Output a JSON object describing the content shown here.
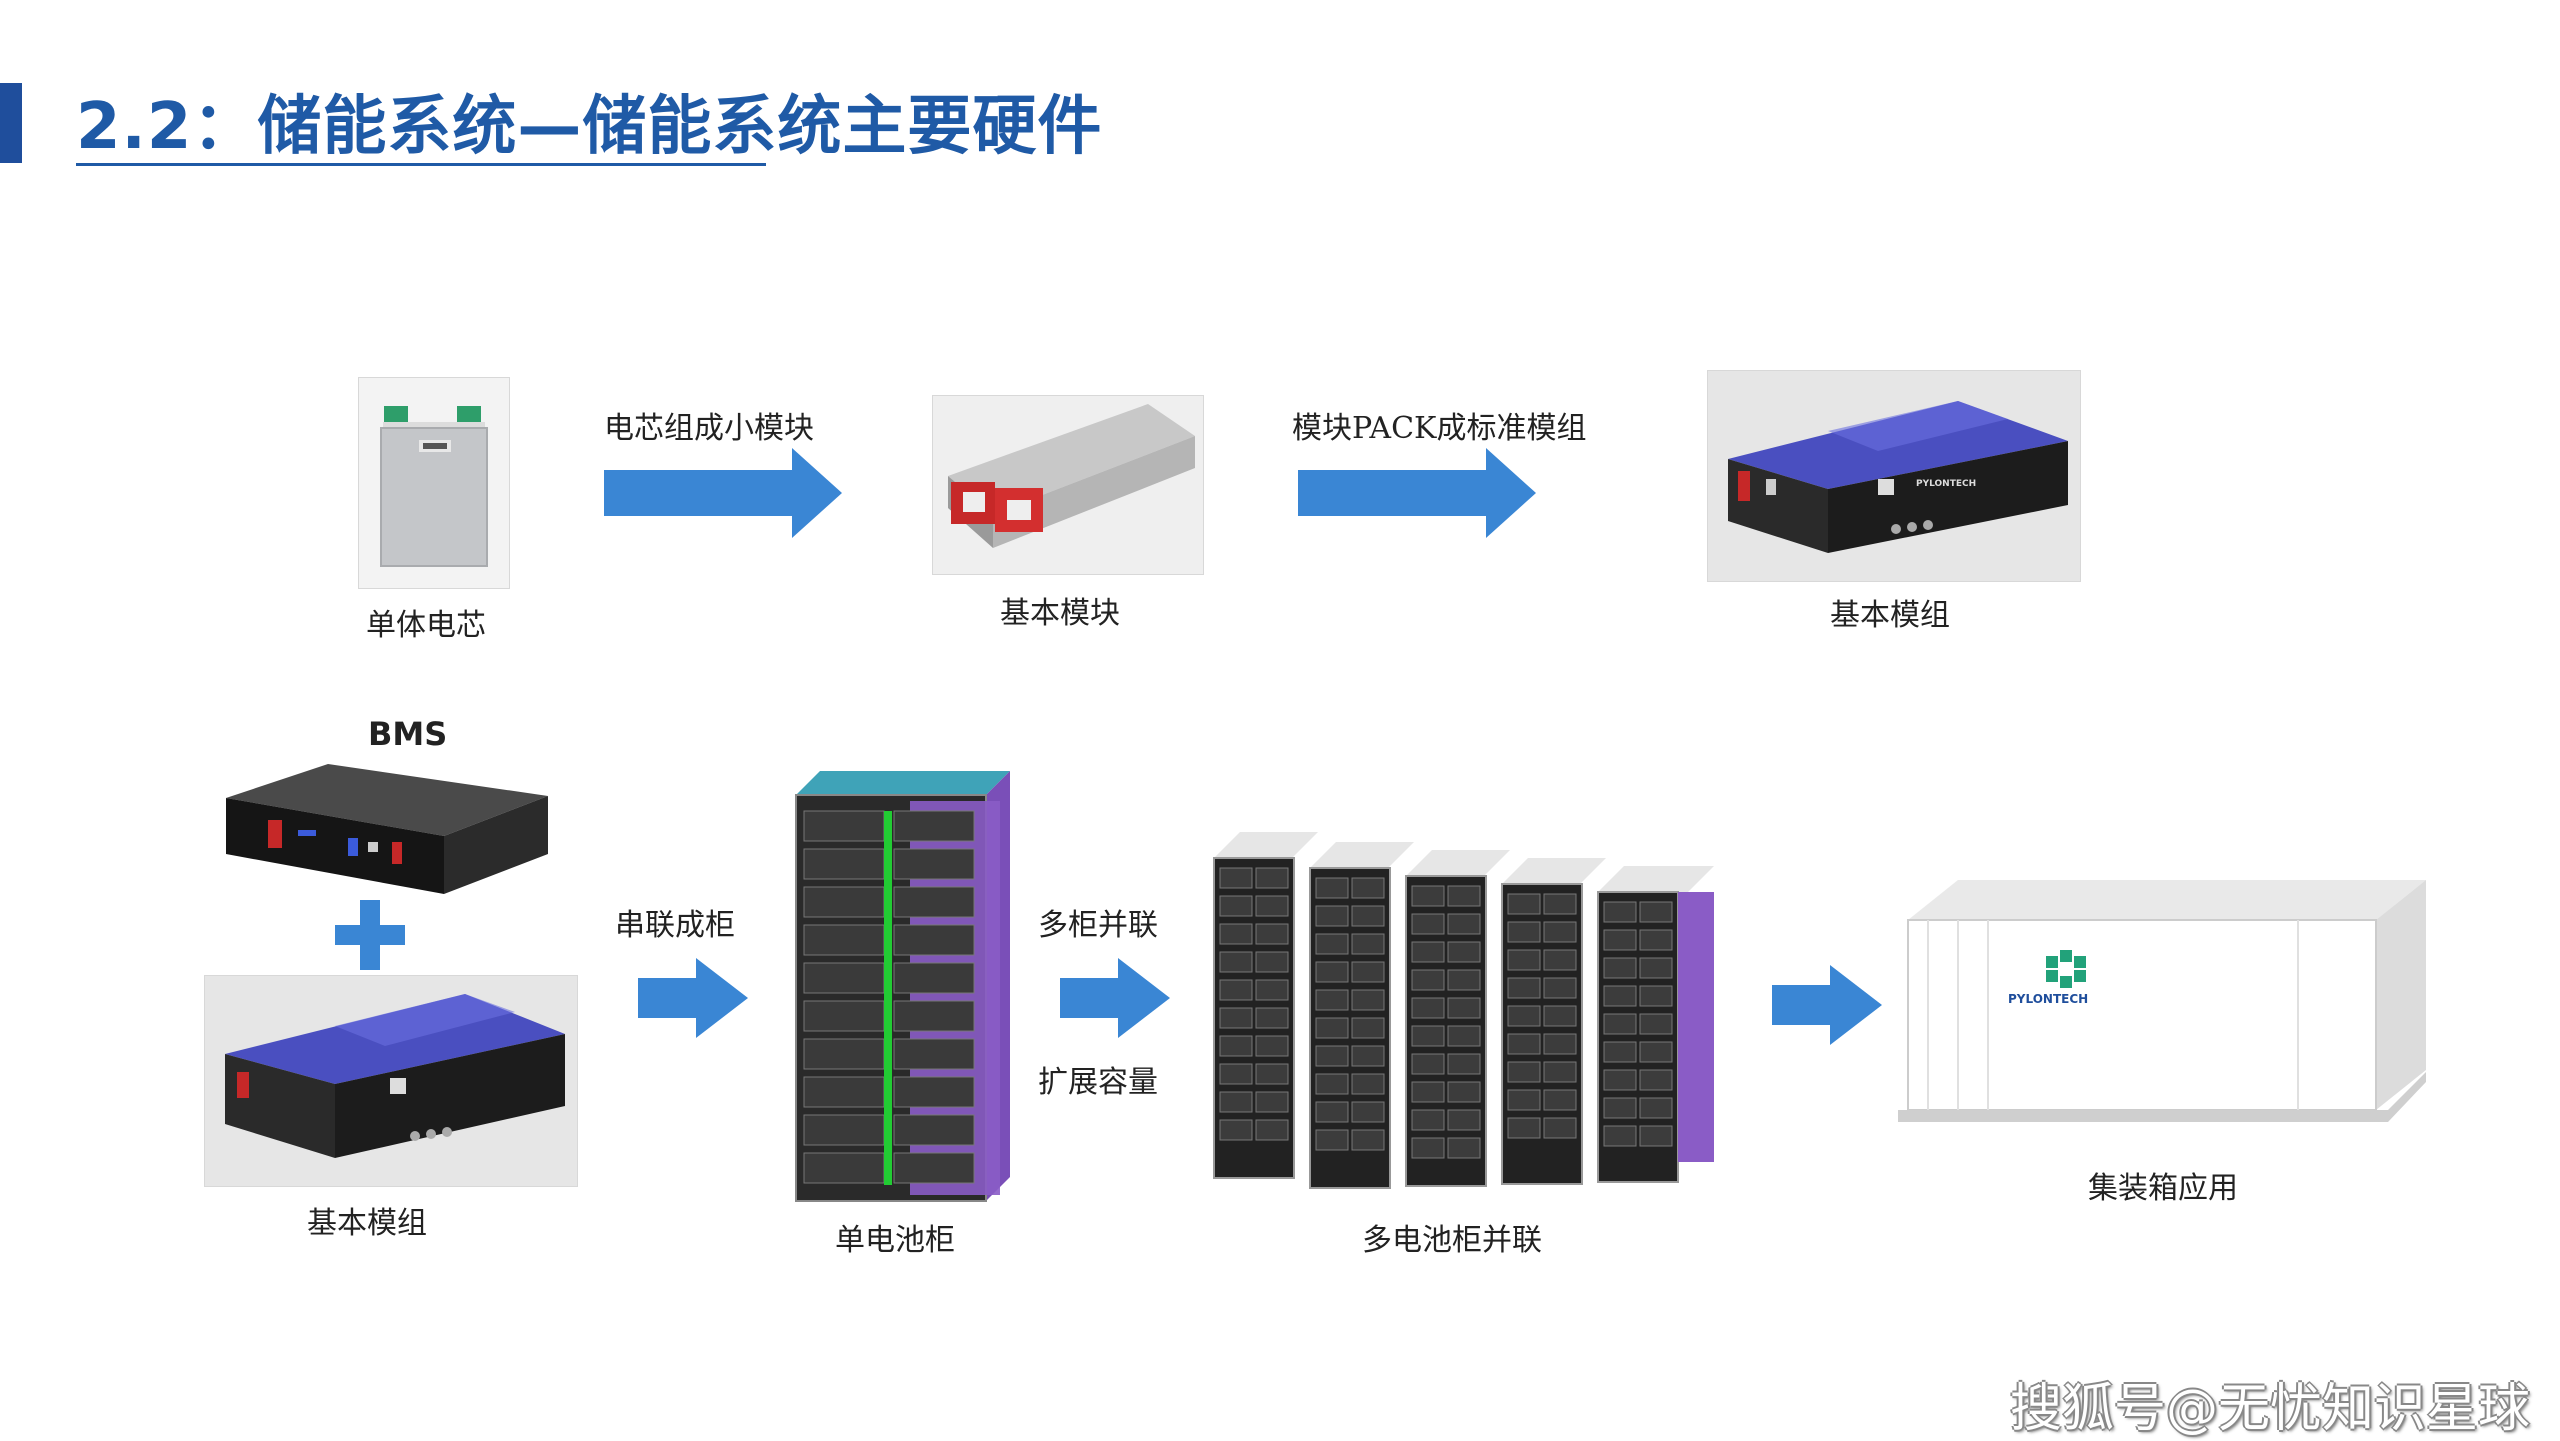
{
  "header": {
    "title": "2.2：储能系统—储能系统主要硬件"
  },
  "row1": {
    "cell_label": "单体电芯",
    "arrow1_label": "电芯组成小模块",
    "module_label": "基本模块",
    "arrow2_label": "模块PACK成标准模组",
    "group_label": "基本模组"
  },
  "row2": {
    "bms_label": "BMS",
    "group_label": "基本模组",
    "arrow1_label": "串联成柜",
    "cabinet_label": "单电池柜",
    "arrow2_label_top": "多柜并联",
    "arrow2_label_bottom": "扩展容量",
    "multi_label": "多电池柜并联",
    "container_label": "集装箱应用",
    "container_brand": "PYLONTECH"
  },
  "brand_small": "PYLONTECH",
  "watermark": "搜狐号@无忧知识星球",
  "colors": {
    "title": "#1f5aa6",
    "arrow": "#3a86d4",
    "cabinet_purple": "#8a5cc6",
    "cabinet_top": "#3fa3b8",
    "green_strip": "#22cc33"
  }
}
